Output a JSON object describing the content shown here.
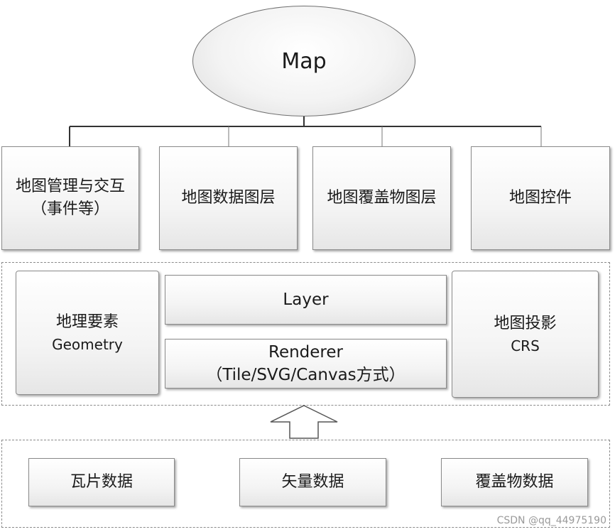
{
  "root": {
    "label": "Map"
  },
  "modules": [
    {
      "line1": "地图管理与交互",
      "line2": "（事件等）"
    },
    {
      "line1": "地图数据图层"
    },
    {
      "line1": "地图覆盖物图层"
    },
    {
      "line1": "地图控件"
    }
  ],
  "core": {
    "geometry": {
      "cn": "地理要素",
      "en": "Geometry"
    },
    "layer": {
      "label": "Layer"
    },
    "renderer": {
      "label": "Renderer",
      "sub": "（Tile/SVG/Canvas方式）"
    },
    "crs": {
      "cn": "地图投影",
      "en": "CRS"
    }
  },
  "data_sources": [
    {
      "label": "瓦片数据"
    },
    {
      "label": "矢量数据"
    },
    {
      "label": "覆盖物数据"
    }
  ],
  "watermark": "CSDN @qq_44975190"
}
